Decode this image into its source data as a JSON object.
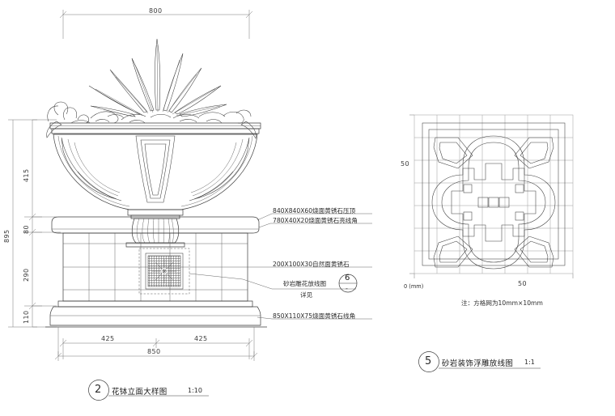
{
  "drawing": {
    "sheet_type": "cad-technical-drawing",
    "background": "#ffffff",
    "line_color": "#3c3c3c",
    "grid_color": "#9a9a9a"
  },
  "detail_elevation": {
    "callout_number": "2",
    "title": "花钵立面大样图",
    "scale": "1:10",
    "dimensions": {
      "top_width": "800",
      "bottom_width": "850",
      "bottom_half_left": "425",
      "bottom_half_right": "425",
      "total_height": "895",
      "bowl_height": "415",
      "cap_height": "80",
      "body_height": "290",
      "base_height": "110"
    },
    "annotations": [
      {
        "id": "anno-cap-top",
        "text": "840X840X60烧面黄锈石压顶"
      },
      {
        "id": "anno-cap-trim",
        "text": "780X40X20烧面黄锈石亮线角"
      },
      {
        "id": "anno-panel",
        "text": "200X100X30自然面黄锈石"
      },
      {
        "id": "anno-relief-1",
        "text": "砂岩雕花放线图"
      },
      {
        "id": "anno-relief-2",
        "text": "详见"
      },
      {
        "id": "anno-base",
        "text": "850X110X75烧面黄锈石线角"
      }
    ],
    "relief_callout": {
      "number": "6",
      "sub": "-"
    }
  },
  "relief_layout": {
    "callout_number": "5",
    "title": "砂岩装饰浮雕放线图",
    "scale": "1:1",
    "axis_left_label": "50",
    "axis_bottom_label": "50",
    "origin_label": "0 (mm)",
    "note": "注：方格网为10mm×10mm",
    "grid": {
      "columns": 7,
      "rows": 7,
      "cell_mm": 10
    },
    "motif": "quatrefoil-cross-ornament"
  }
}
